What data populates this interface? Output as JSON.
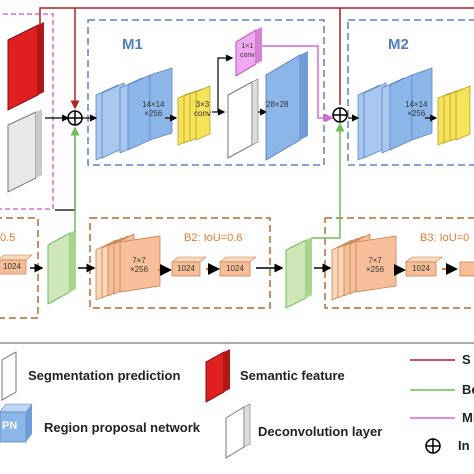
{
  "colors": {
    "semantic_line": "#b22024",
    "branch_line": "#6fbf5a",
    "mask_line": "#d86ad8",
    "m_box": "#5b84c4",
    "b_box": "#b86b30",
    "feature_blue": "#8db6e8",
    "feature_orange": "#f6bf9a",
    "feature_yellow": "#f7e35a",
    "feature_green": "#cfe6b8",
    "semantic_red": "#e02020"
  },
  "modules": {
    "m1": {
      "title": "M1",
      "feat1": "14×14\n×256",
      "feat2": "3×3\nconv",
      "feat3": "28×28",
      "conv1x1": "1×1\nconv"
    },
    "m2": {
      "title": "M2",
      "feat1": "14×14\n×256"
    },
    "b1": {
      "title": "0.5",
      "fc": "1024"
    },
    "b2": {
      "title": "B2: IoU=0.6",
      "feat": "7×7\n×256",
      "fc1": "1024",
      "fc2": "1024"
    },
    "b3": {
      "title": "B3: IoU=0",
      "feat": "7×7\n×256",
      "fc1": "1024"
    }
  },
  "legend": {
    "segmentation": "Segmentation prediction",
    "semantic": "Semantic feature",
    "rpn_label": "Region proposal network",
    "rpn_icon_text": "PN",
    "deconv": "Deconvolution layer",
    "line1": "S",
    "line2": "Be",
    "line3": "Ml",
    "plus": "In"
  },
  "icons": {
    "element_sum": "circled-plus-icon",
    "arrow": "arrow-right-icon"
  }
}
